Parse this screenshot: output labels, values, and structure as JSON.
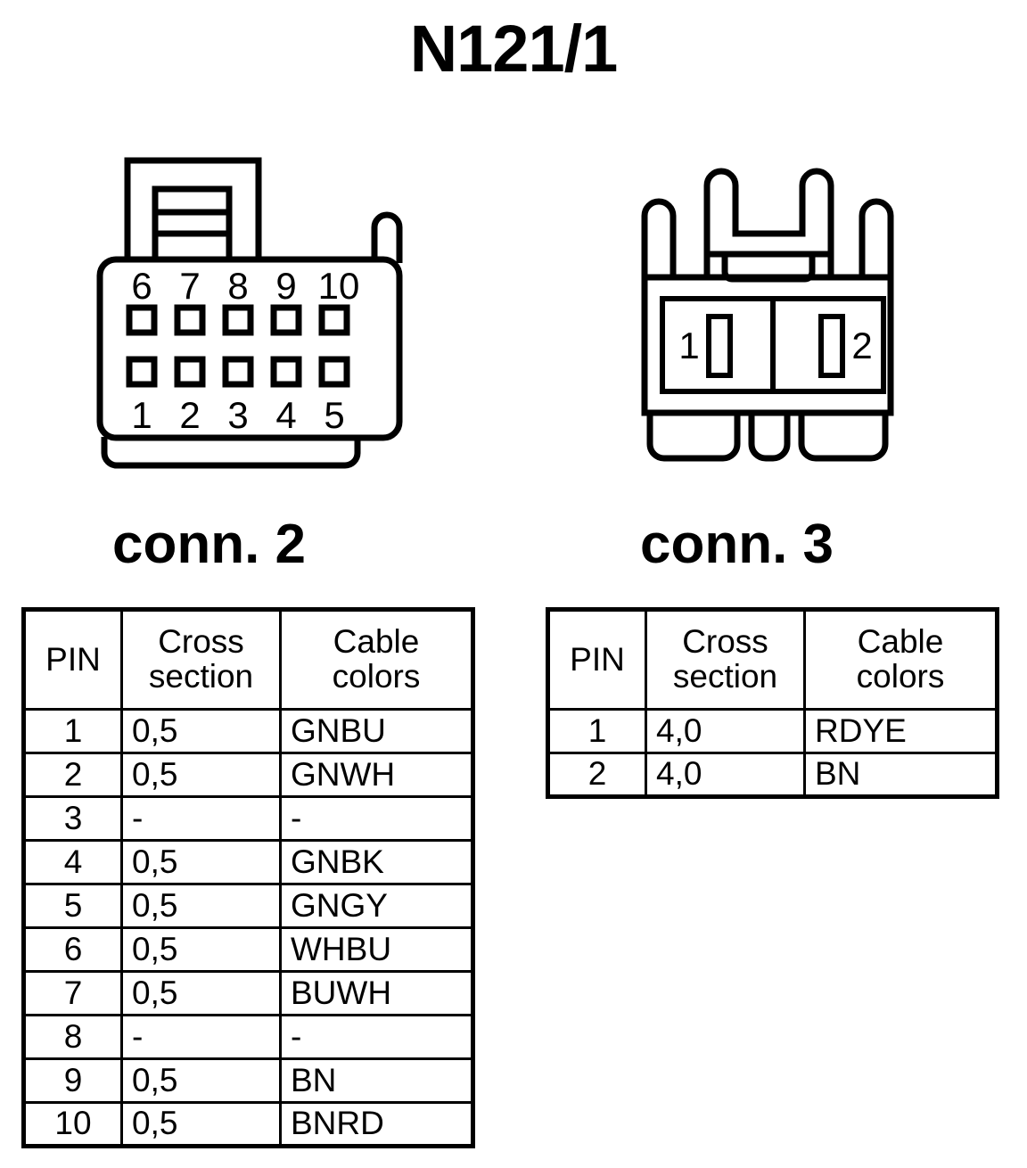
{
  "title": "N121/1",
  "colors": {
    "ink": "#000000",
    "paper": "#ffffff"
  },
  "connectors": [
    {
      "id": "conn-2",
      "heading": "conn. 2",
      "type": "10-pin-rectangular-housing",
      "pin_labels_top": [
        "6",
        "7",
        "8",
        "9",
        "10"
      ],
      "pin_labels_bottom": [
        "1",
        "2",
        "3",
        "4",
        "5"
      ],
      "table": {
        "headers": {
          "pin": "PIN",
          "cross_line1": "Cross",
          "cross_line2": "section",
          "cable_line1": "Cable",
          "cable_line2": "colors"
        },
        "rows": [
          {
            "pin": "1",
            "cross_section": "0,5",
            "cable_colors": "GNBU"
          },
          {
            "pin": "2",
            "cross_section": "0,5",
            "cable_colors": "GNWH"
          },
          {
            "pin": "3",
            "cross_section": "-",
            "cable_colors": "-"
          },
          {
            "pin": "4",
            "cross_section": "0,5",
            "cable_colors": "GNBK"
          },
          {
            "pin": "5",
            "cross_section": "0,5",
            "cable_colors": "GNGY"
          },
          {
            "pin": "6",
            "cross_section": "0,5",
            "cable_colors": "WHBU"
          },
          {
            "pin": "7",
            "cross_section": "0,5",
            "cable_colors": "BUWH"
          },
          {
            "pin": "8",
            "cross_section": "-",
            "cable_colors": "-"
          },
          {
            "pin": "9",
            "cross_section": "0,5",
            "cable_colors": "BN"
          },
          {
            "pin": "10",
            "cross_section": "0,5",
            "cable_colors": "BNRD"
          }
        ]
      }
    },
    {
      "id": "conn-3",
      "heading": "conn. 3",
      "type": "2-pin-blade-housing",
      "pin_labels": [
        "1",
        "2"
      ],
      "table": {
        "headers": {
          "pin": "PIN",
          "cross_line1": "Cross",
          "cross_line2": "section",
          "cable_line1": "Cable",
          "cable_line2": "colors"
        },
        "rows": [
          {
            "pin": "1",
            "cross_section": "4,0",
            "cable_colors": "RDYE"
          },
          {
            "pin": "2",
            "cross_section": "4,0",
            "cable_colors": "BN"
          }
        ]
      }
    }
  ]
}
